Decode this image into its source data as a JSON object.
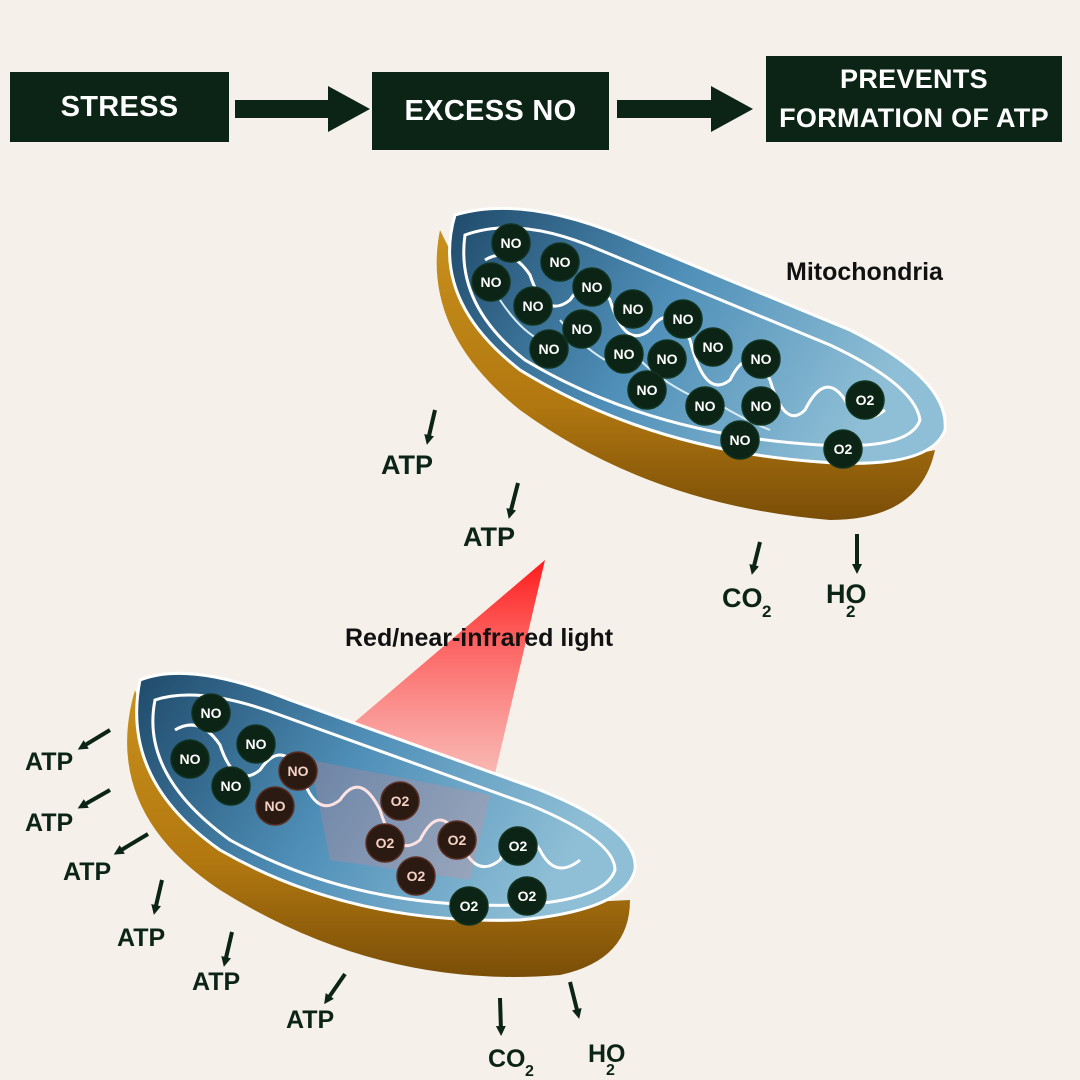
{
  "flow": {
    "step1": "STRESS",
    "step2": "EXCESS NO",
    "step3_line1": "PREVENTS",
    "step3_line2": "FORMATION OF ATP"
  },
  "labels": {
    "mitochondria": "Mitochondria",
    "light": "Red/near-infrared light",
    "atp": "ATP",
    "co": "CO",
    "ho": "HO",
    "sub2": "2",
    "no": "NO",
    "o2": "O2"
  },
  "colors": {
    "dark_green": "#0c2416",
    "membrane_blue": "#4f8fb8",
    "outer_brown": "#b57d12",
    "light_red": "#ff2b2b",
    "background": "#f5f1ea"
  }
}
